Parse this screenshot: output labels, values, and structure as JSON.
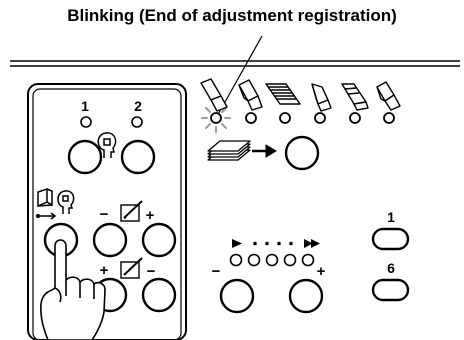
{
  "caption": "Blinking (End of adjustment registration)",
  "left_panel": {
    "memory_labels": [
      "1",
      "2"
    ],
    "minus_label": "−",
    "plus_label": "+"
  },
  "speed": {
    "minus_label": "−",
    "plus_label": "+"
  },
  "numbered_buttons": [
    "1",
    "6"
  ],
  "colors": {
    "ink": "#000000",
    "panel_bg": "#ffffff",
    "blink_ray": "#9a9a9a"
  }
}
